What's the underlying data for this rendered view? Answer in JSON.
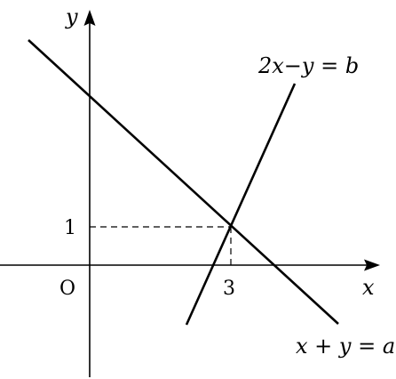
{
  "axes": {
    "x_label": "x",
    "y_label": "y",
    "origin_label": "O"
  },
  "marked_point": {
    "x_tick_label": "3",
    "y_tick_label": "1"
  },
  "lines": [
    {
      "id": "line-a",
      "equation": "x + y = a"
    },
    {
      "id": "line-b",
      "equation": "2x−y = b"
    }
  ]
}
